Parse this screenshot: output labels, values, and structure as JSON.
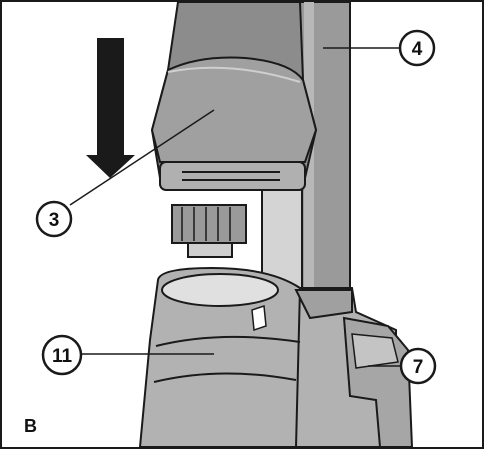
{
  "figure": {
    "letter": "B"
  },
  "callouts": [
    {
      "id": "callout-3",
      "label": "3"
    },
    {
      "id": "callout-4",
      "label": "4"
    },
    {
      "id": "callout-11",
      "label": "11"
    },
    {
      "id": "callout-7",
      "label": "7"
    }
  ],
  "colors": {
    "background": "#ffffff",
    "border": "#1a1a1a",
    "part_dark": "#8c8c8c",
    "part_mid": "#a8a8a8",
    "part_light": "#bdbdbd",
    "tube": "#9a9a9a",
    "base": "#b2b2b2",
    "arrow": "#1a1a1a"
  }
}
